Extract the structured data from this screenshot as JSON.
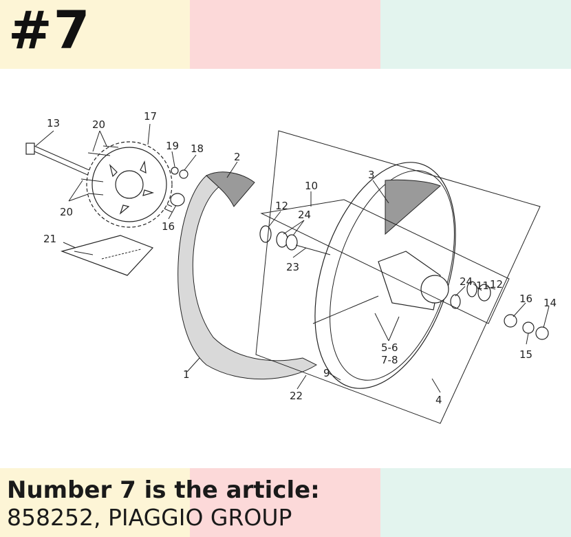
{
  "header": {
    "number": "#7"
  },
  "caption": {
    "line1": "Number 7 is the article:",
    "line2": "858252, PIAGGIO GROUP"
  },
  "diagram": {
    "callouts": [
      "13",
      "20",
      "17",
      "19",
      "18",
      "2",
      "20",
      "16",
      "21",
      "10",
      "3",
      "12",
      "24",
      "23",
      "24",
      "11",
      "12",
      "16",
      "14",
      "15",
      "5-6",
      "7-8",
      "9",
      "22",
      "1",
      "4"
    ]
  },
  "colors": {
    "band_yellow": "#fdf5d6",
    "band_pink": "#fcd9d9",
    "band_green": "#e3f4ee"
  }
}
